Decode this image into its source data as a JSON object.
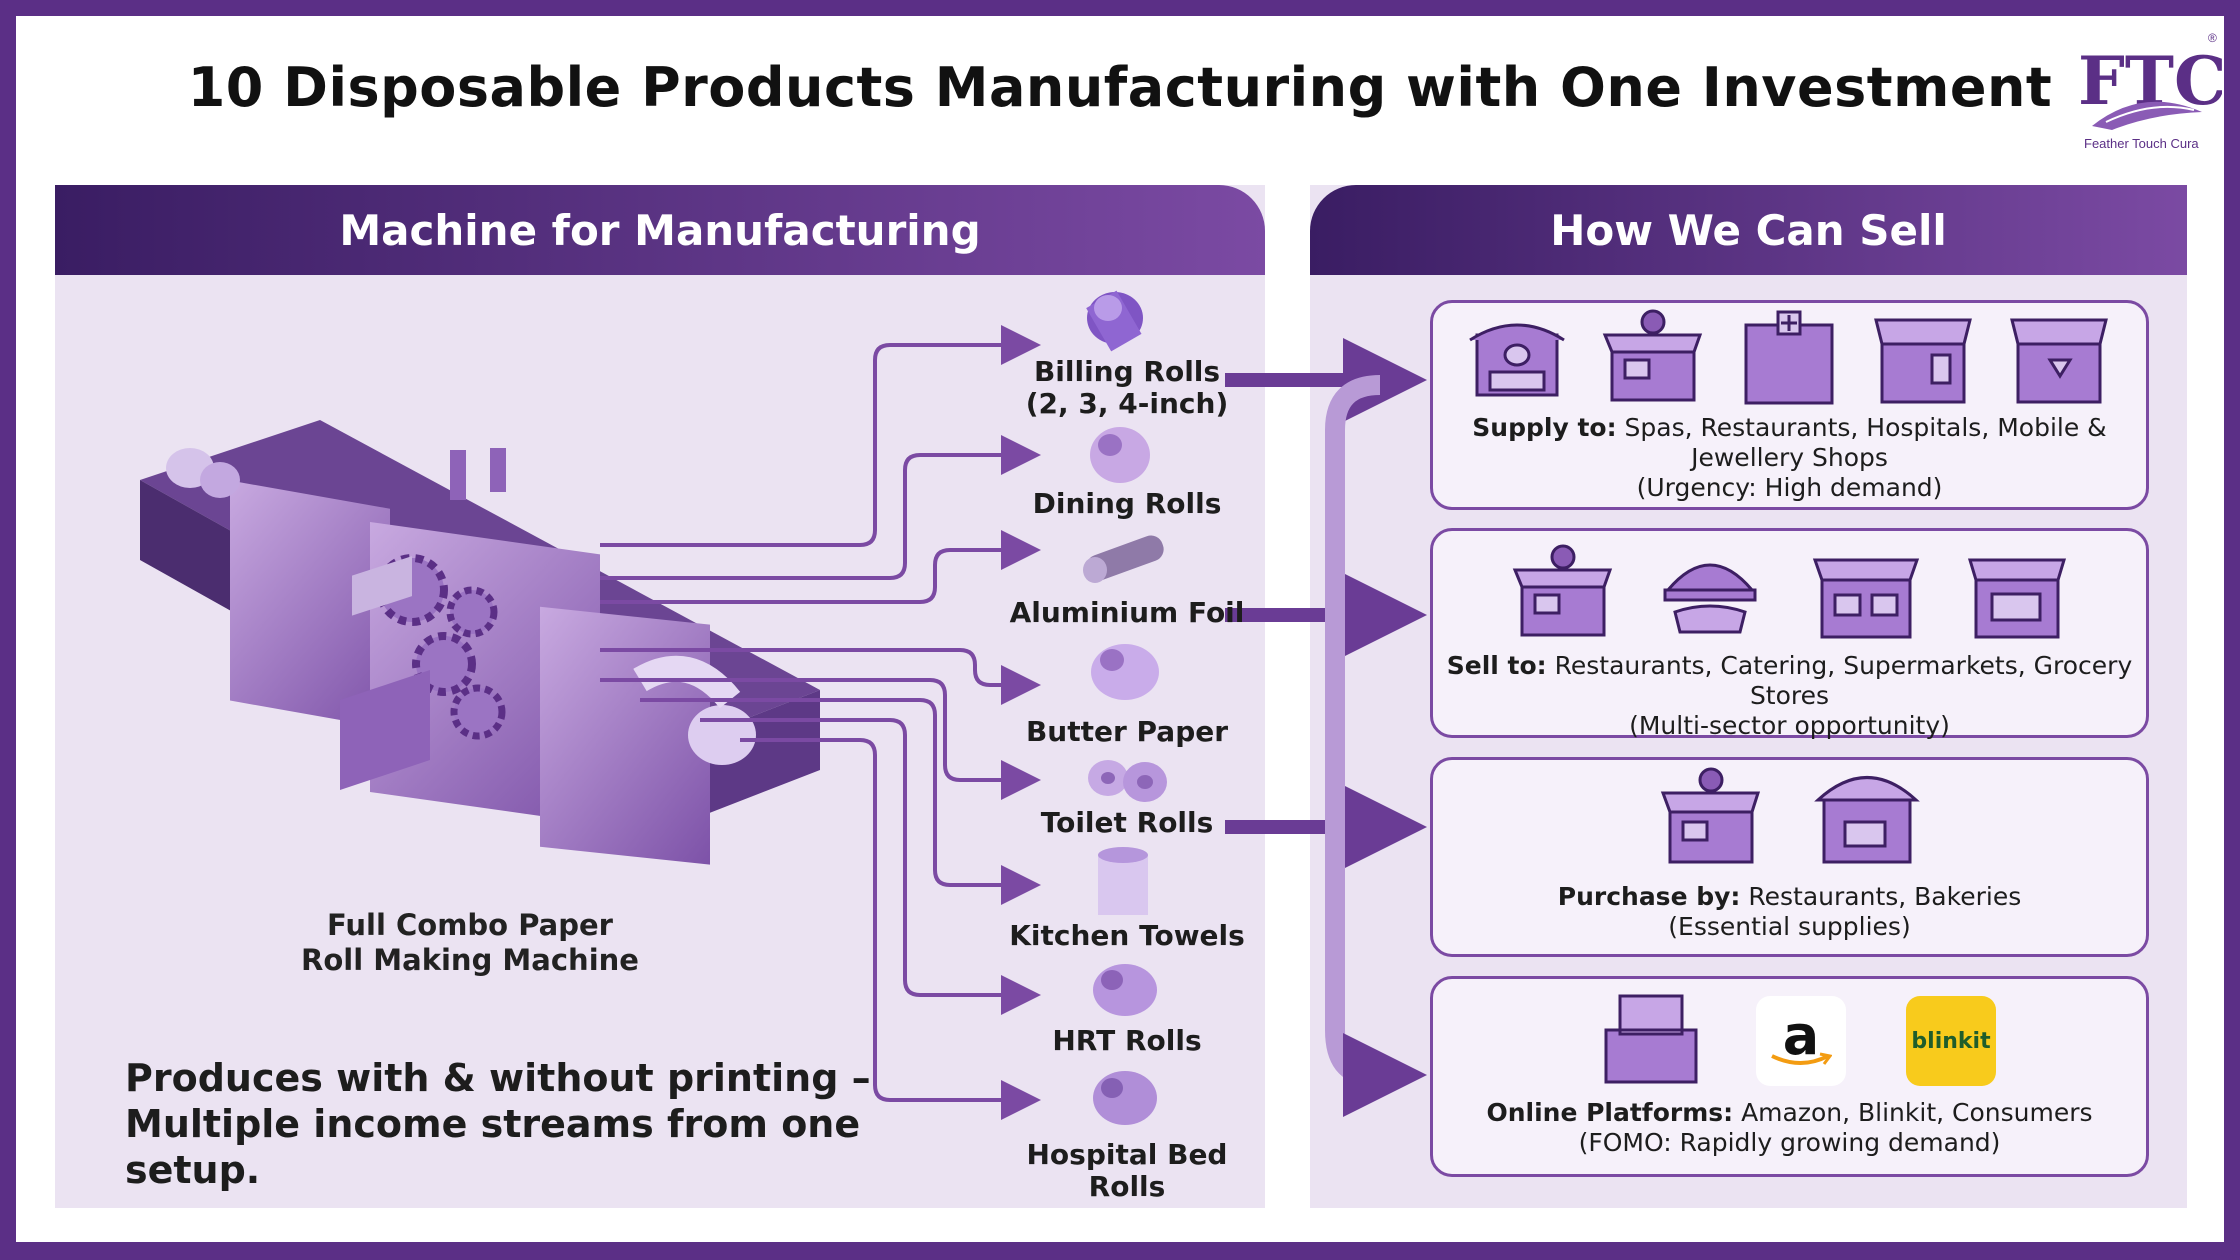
{
  "title": "10 Disposable Products Manufacturing with One Investment",
  "logo": {
    "mark": "FTC",
    "tagline": "Feather Touch Cura"
  },
  "colors": {
    "frame": "#5b2f86",
    "header_dark": "#3a1d63",
    "header_light": "#7b4aa3",
    "panel_bg": "#ebe3f2",
    "arrow": "#7b4aa3"
  },
  "left_panel": {
    "heading": "Machine for Manufacturing",
    "machine_label_line1": "Full Combo Paper",
    "machine_label_line2": "Roll Making Machine",
    "note_line1": "Produces with & without printing –",
    "note_line2": "Multiple income streams from one setup."
  },
  "products": [
    {
      "line1": "Billing Rolls",
      "line2": "(2, 3, 4-inch)",
      "icon": "roll-icon"
    },
    {
      "line1": "Dining Rolls",
      "line2": "",
      "icon": "roll-icon"
    },
    {
      "line1": "Aluminium Foil",
      "line2": "",
      "icon": "foil-icon"
    },
    {
      "line1": "Butter Paper",
      "line2": "",
      "icon": "roll-icon"
    },
    {
      "line1": "Toilet Rolls",
      "line2": "",
      "icon": "toilet-roll-icon"
    },
    {
      "line1": "Kitchen Towels",
      "line2": "",
      "icon": "towel-icon"
    },
    {
      "line1": "HRT Rolls",
      "line2": "",
      "icon": "roll-icon"
    },
    {
      "line1": "Hospital Bed Rolls",
      "line2": "",
      "icon": "roll-icon"
    }
  ],
  "right_panel": {
    "heading": "How We Can Sell",
    "cards": [
      {
        "label": "Supply to:",
        "text": "Spas, Restaurants, Hospitals, Mobile &",
        "line2": "Jewellery Shops",
        "line3": "(Urgency: High demand)",
        "icons": [
          "spa-icon",
          "restaurant-icon",
          "hospital-icon",
          "mobile-shop-icon",
          "jewellery-shop-icon"
        ]
      },
      {
        "label": "Sell to:",
        "text": "Restaurants, Catering, Supermarkets, Grocery Stores",
        "line2": "(Multi-sector opportunity)",
        "icons": [
          "restaurant-icon",
          "catering-icon",
          "supermarket-icon",
          "grocery-store-icon"
        ]
      },
      {
        "label": "Purchase by:",
        "text": "Restaurants, Bakeries",
        "line2": "(Essential supplies)",
        "icons": [
          "restaurant-icon",
          "bakery-icon"
        ]
      },
      {
        "label": "Online Platforms:",
        "text": "Amazon, Blinkit, Consumers",
        "line2": "(FOMO: Rapidly growing demand)",
        "icons": [
          "boxes-icon",
          "amazon-logo",
          "blinkit-logo"
        ],
        "blinkit": "blinkit"
      }
    ]
  }
}
